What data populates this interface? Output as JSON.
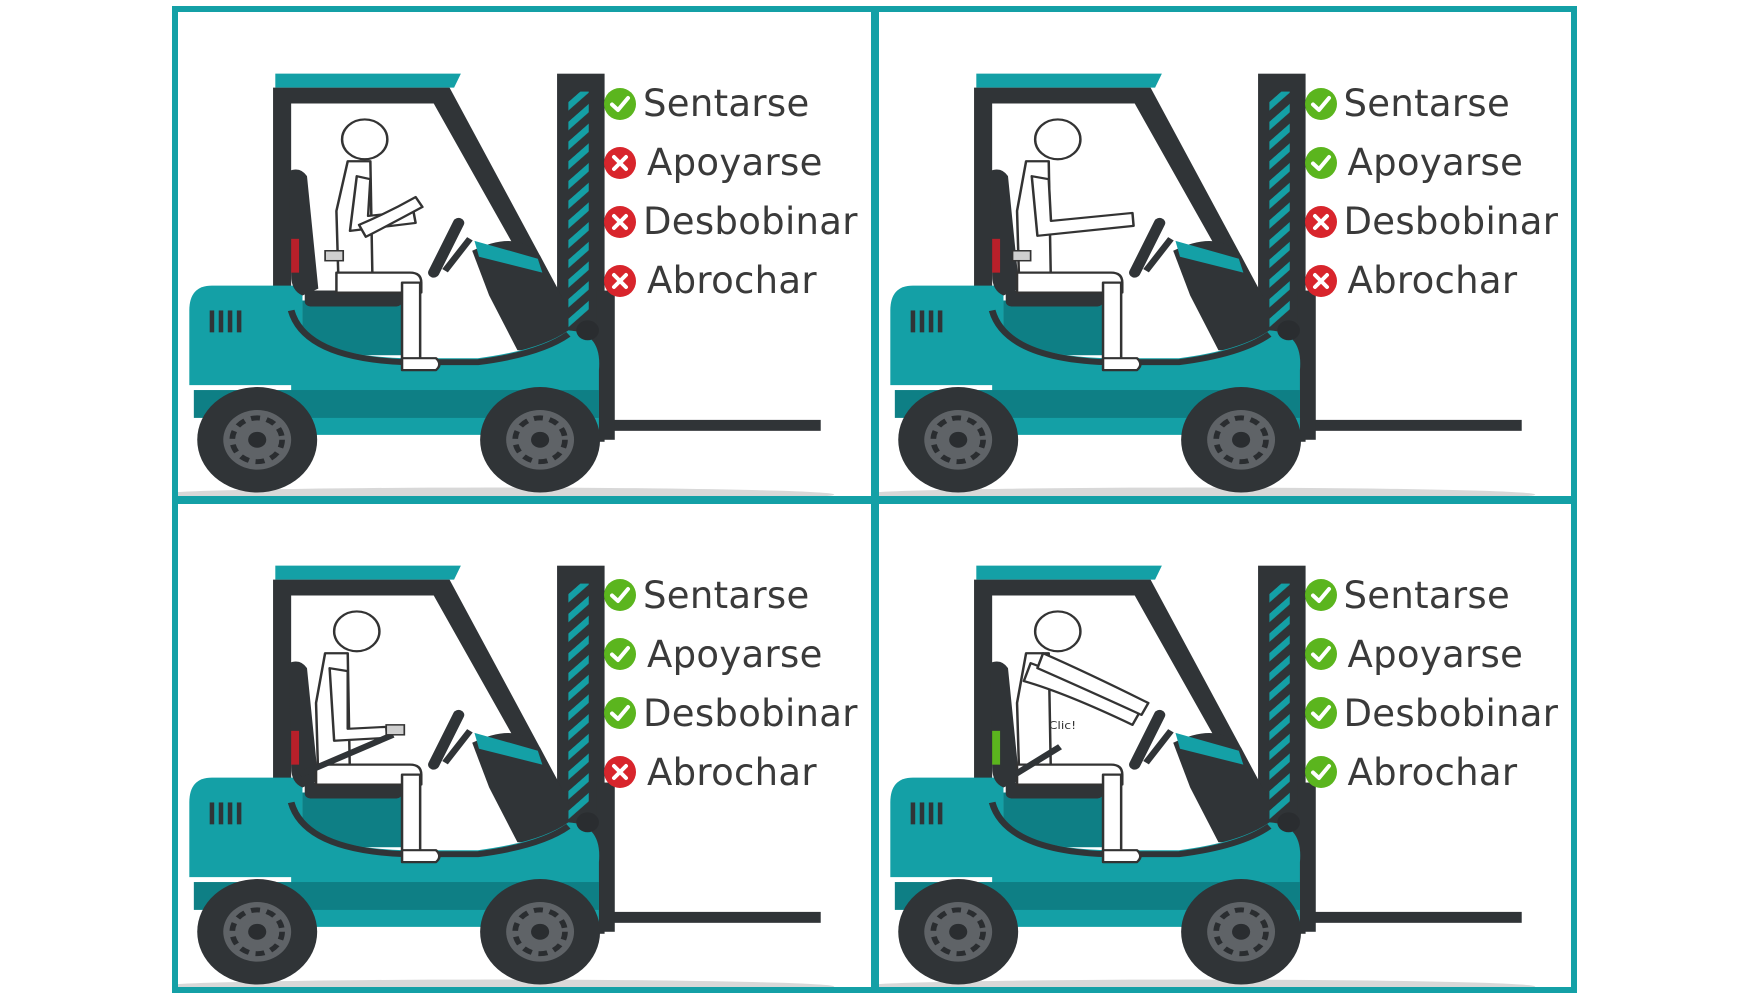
{
  "colors": {
    "frame": "#14a0a6",
    "body": "#14a0a6",
    "dark": "#303437",
    "ok": "#5bb51e",
    "no": "#d8252c",
    "text": "#3a3a3a"
  },
  "icons": {
    "ok": "check-circle-icon",
    "no": "x-circle-icon"
  },
  "panels": [
    {
      "pose": "sit",
      "items": [
        {
          "label": "Sentarse",
          "status": "ok"
        },
        {
          "label": "Apoyarse",
          "status": "no"
        },
        {
          "label": "Desbobinar",
          "status": "no"
        },
        {
          "label": "Abrochar",
          "status": "no"
        }
      ]
    },
    {
      "pose": "lean",
      "items": [
        {
          "label": "Sentarse",
          "status": "ok"
        },
        {
          "label": "Apoyarse",
          "status": "ok"
        },
        {
          "label": "Desbobinar",
          "status": "no"
        },
        {
          "label": "Abrochar",
          "status": "no"
        }
      ]
    },
    {
      "pose": "unwind",
      "items": [
        {
          "label": "Sentarse",
          "status": "ok"
        },
        {
          "label": "Apoyarse",
          "status": "ok"
        },
        {
          "label": "Desbobinar",
          "status": "ok"
        },
        {
          "label": "Abrochar",
          "status": "no"
        }
      ]
    },
    {
      "pose": "buckled",
      "click_text": "Clic!",
      "items": [
        {
          "label": "Sentarse",
          "status": "ok"
        },
        {
          "label": "Apoyarse",
          "status": "ok"
        },
        {
          "label": "Desbobinar",
          "status": "ok"
        },
        {
          "label": "Abrochar",
          "status": "ok"
        }
      ]
    }
  ]
}
